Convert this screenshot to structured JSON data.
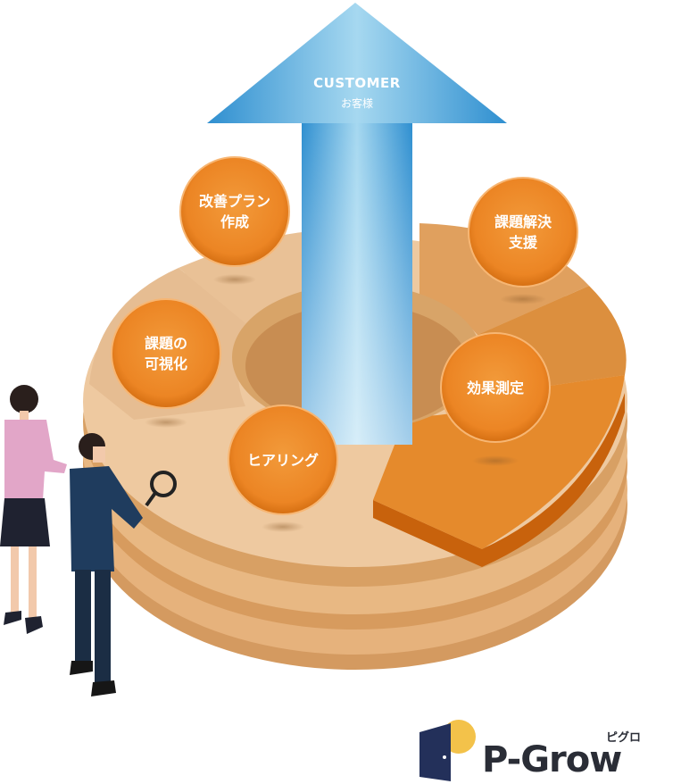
{
  "arrow": {
    "title": "CUSTOMER",
    "subtitle": "お客様"
  },
  "cycle_steps": [
    {
      "lines": [
        "ヒアリング"
      ]
    },
    {
      "lines": [
        "課題の",
        "可視化"
      ]
    },
    {
      "lines": [
        "改善プラン",
        "作成"
      ]
    },
    {
      "lines": [
        "課題解決",
        "支援"
      ]
    },
    {
      "lines": [
        "効果測定"
      ]
    }
  ],
  "logo": {
    "name": "P-Grow",
    "kana": "ピグロ"
  },
  "colors": {
    "disc_light": "#eec9a0",
    "disc_mid": "#e4b07a",
    "disc_dark": "#d79b5e",
    "disc_orange": "#e58a2c",
    "node_fill": "#ee8a2a",
    "arrow_blue": "#3e9fd8",
    "logo_dark": "#23305a",
    "logo_yellow": "#f3c24a"
  }
}
